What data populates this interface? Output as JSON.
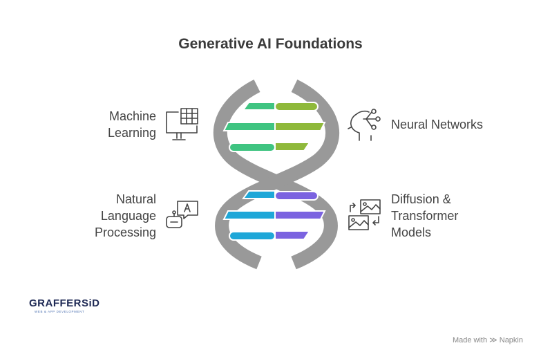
{
  "title": "Generative AI Foundations",
  "items": [
    {
      "label_lines": [
        "Machine",
        "Learning"
      ],
      "icon": "monitor-table-icon"
    },
    {
      "label_lines": [
        "Neural Networks"
      ],
      "icon": "head-network-icon"
    },
    {
      "label_lines": [
        "Natural",
        "Language",
        "Processing"
      ],
      "icon": "robot-chat-icon"
    },
    {
      "label_lines": [
        "Diffusion &",
        "Transformer",
        "Models"
      ],
      "icon": "image-swap-icon"
    }
  ],
  "colors": {
    "strand": "#999999",
    "green": "#3fc481",
    "olive": "#8fb93b",
    "blue": "#1ea7d8",
    "purple": "#7b63e0"
  },
  "logo": {
    "name": "GRAFFERSiD",
    "tagline": "WEB & APP DEVELOPMENT"
  },
  "footer": {
    "made_with": "Made with",
    "brand": "Napkin"
  }
}
